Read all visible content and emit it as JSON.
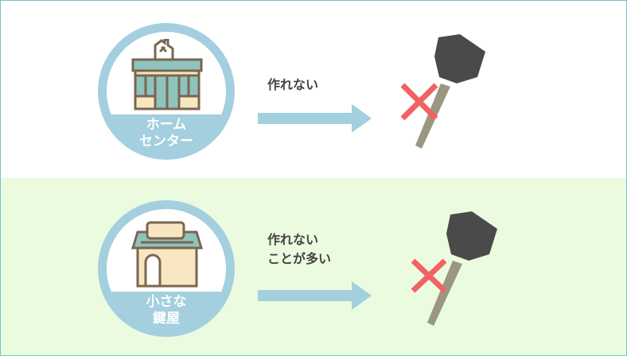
{
  "rows": [
    {
      "shop": [
        "ホーム",
        "センター"
      ],
      "result": [
        "作れない"
      ]
    },
    {
      "shop": [
        "小さな",
        "鍵屋"
      ],
      "result": [
        "作れない",
        "ことが多い"
      ]
    }
  ],
  "colors": {
    "circle": "#a3cfde",
    "arrow": "#a3cfde",
    "cross": "#f26262",
    "key_head": "#4a4a4a",
    "key_blade": "#9a9682",
    "bottom_bg": "#ebfbdf"
  }
}
